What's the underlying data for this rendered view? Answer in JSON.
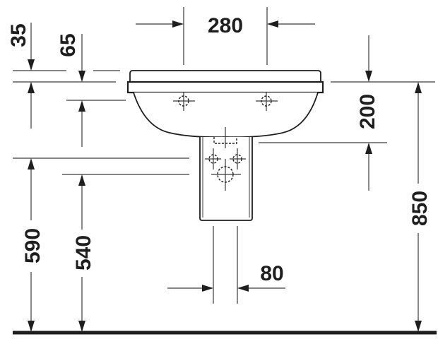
{
  "drawing": {
    "title": "Wash basin with semi-pedestal – dimension drawing",
    "units": "mm",
    "colors": {
      "line": "#1e1e1e",
      "background": "#ffffff"
    }
  },
  "dimensions": {
    "tap_spacing": {
      "value": "280",
      "orientation": "horizontal"
    },
    "rim_thickness": {
      "value": "35",
      "orientation": "vertical"
    },
    "tap_hole_depth": {
      "value": "65",
      "orientation": "vertical"
    },
    "basin_depth": {
      "value": "200",
      "orientation": "vertical"
    },
    "rim_height": {
      "value": "850",
      "orientation": "vertical"
    },
    "basin_bottom_height": {
      "value": "590",
      "orientation": "vertical"
    },
    "waste_height": {
      "value": "540",
      "orientation": "vertical"
    },
    "pedestal_gap": {
      "value": "80",
      "orientation": "horizontal"
    }
  },
  "components": {
    "basin": "wash-basin",
    "pedestal": "semi-pedestal",
    "tap_holes": 2,
    "connection_points": 3,
    "floor": "floor-line"
  }
}
